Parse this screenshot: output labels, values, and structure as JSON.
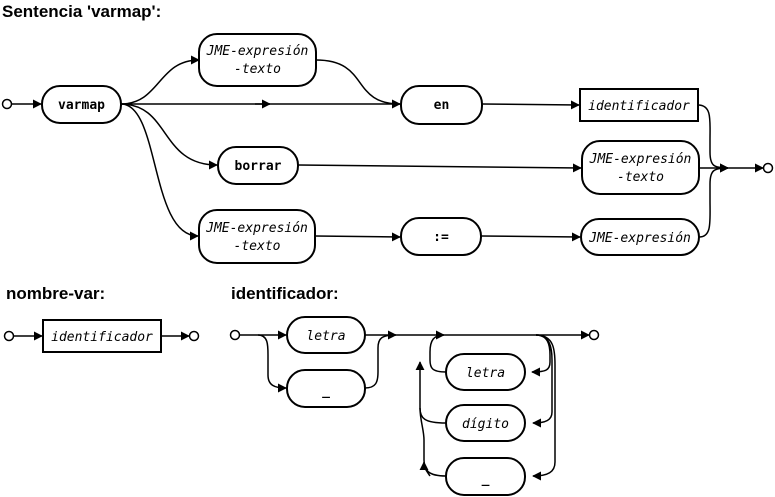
{
  "headings": {
    "sentencia": "Sentencia 'varmap':",
    "nombre_var": "nombre-var:",
    "identificador": "identificador:"
  },
  "sentencia": {
    "varmap": "varmap",
    "jme_texto_top_1": "JME-expresión",
    "jme_texto_top_2": "-texto",
    "en": "en",
    "identificador": "identificador",
    "borrar": "borrar",
    "jme_texto_right_1": "JME-expresión",
    "jme_texto_right_2": "-texto",
    "jme_texto_bottom_1": "JME-expresión",
    "jme_texto_bottom_2": "-texto",
    "assign": ":=",
    "jme_expresion": "JME-expresión"
  },
  "nombre_var": {
    "identificador": "identificador"
  },
  "identificador_rule": {
    "letra_first": "letra",
    "underscore_first": "_",
    "letra_loop": "letra",
    "digito_loop": "dígito",
    "underscore_loop": "_"
  }
}
